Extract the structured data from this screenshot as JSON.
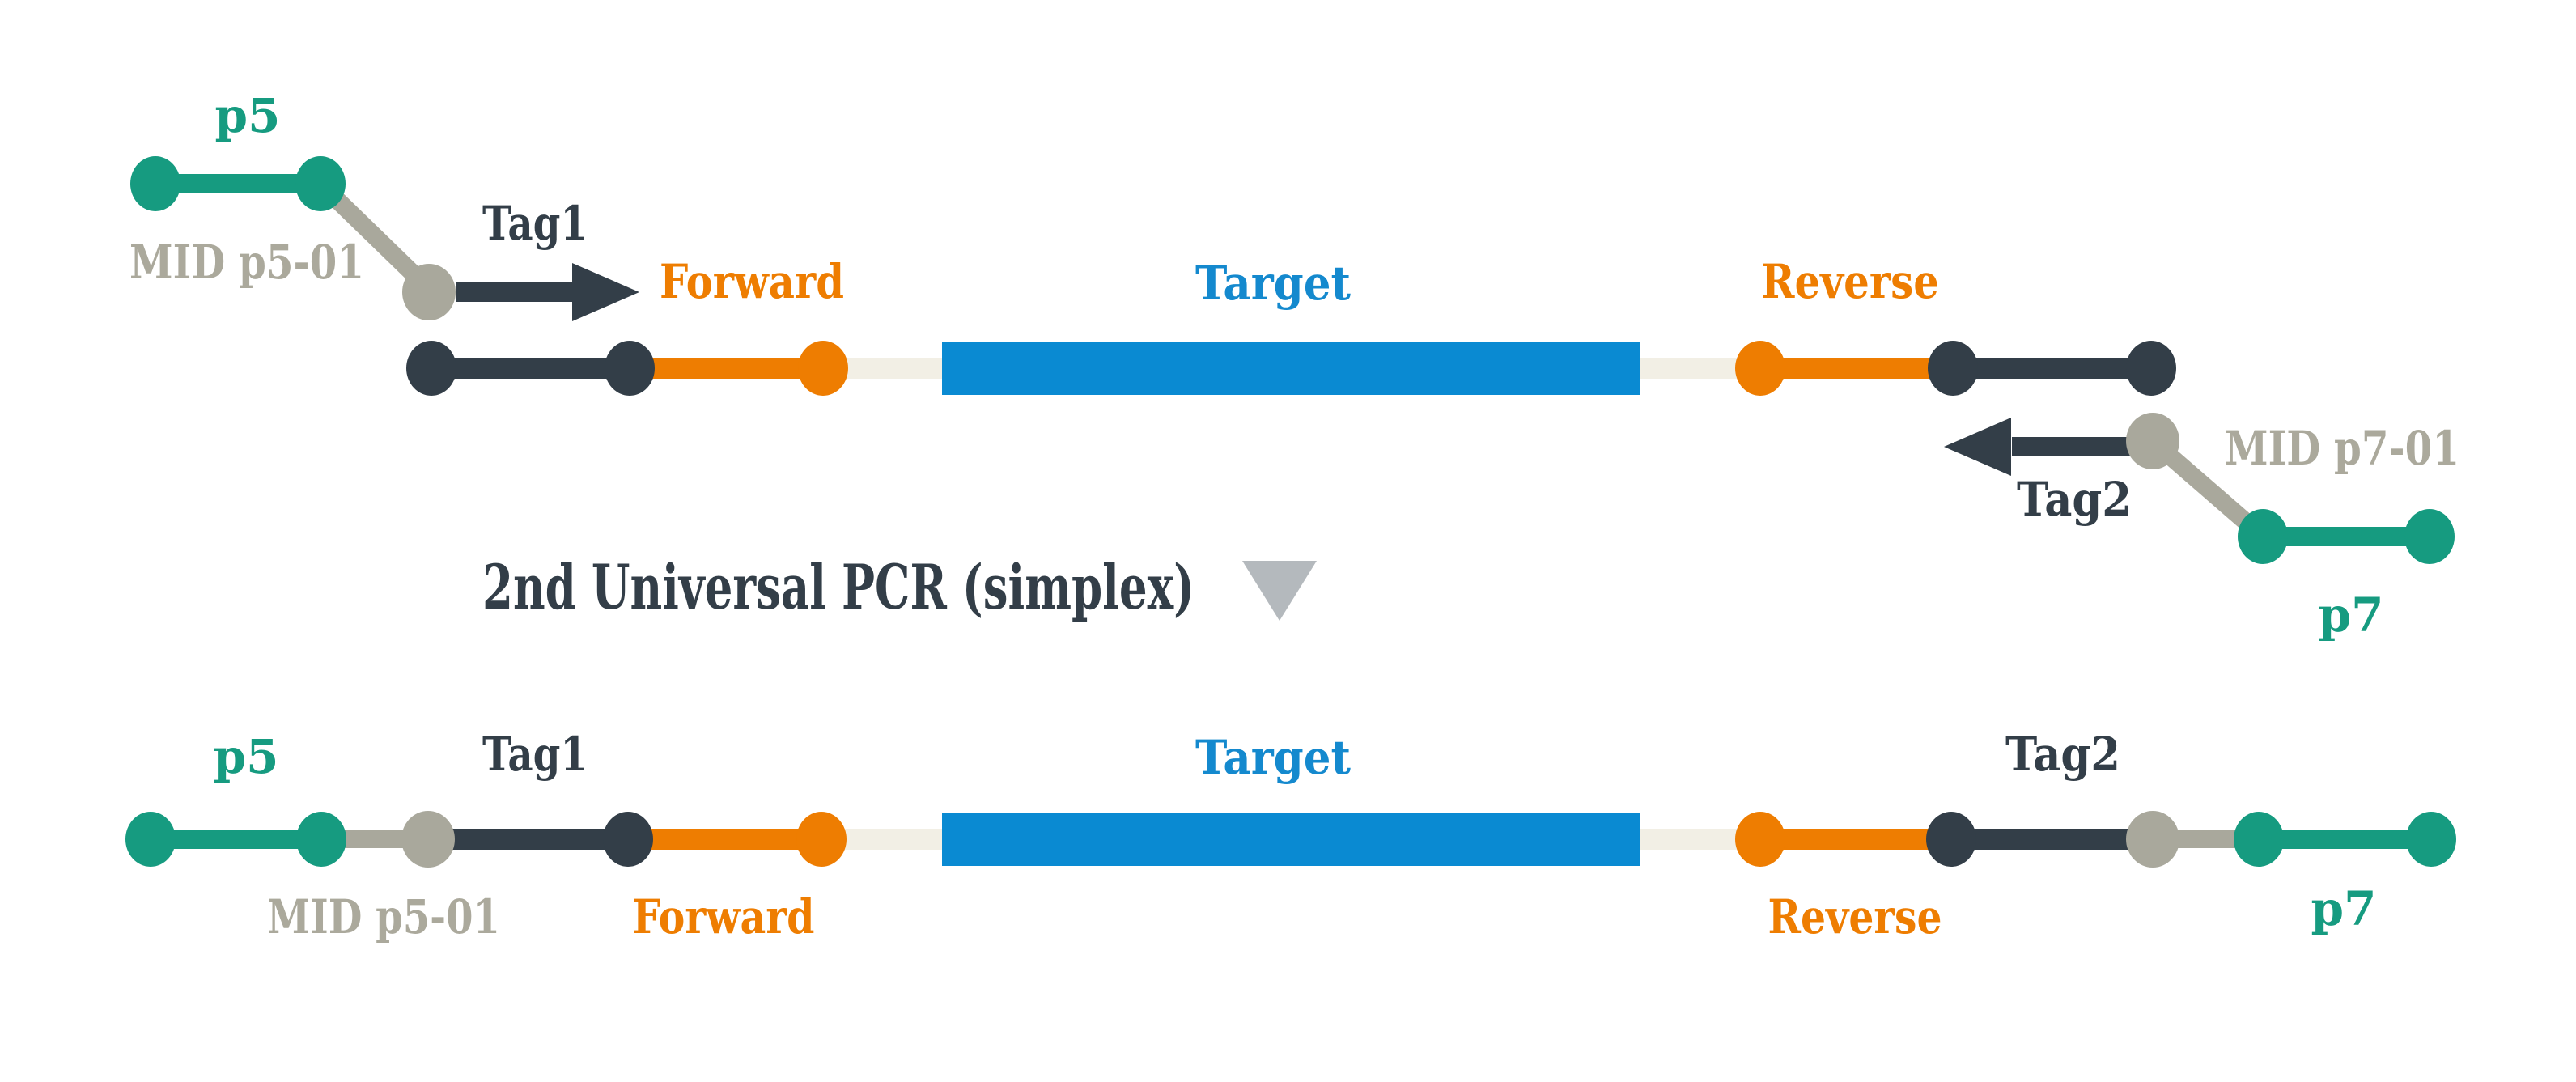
{
  "step_title": "2nd Universal PCR (simplex)",
  "top": {
    "p5": "p5",
    "mid_p5": "MID p5-01",
    "tag1": "Tag1",
    "forward": "Forward",
    "target": "Target",
    "reverse": "Reverse",
    "tag2": "Tag2",
    "mid_p7": "MID p7-01",
    "p7": "p7"
  },
  "bottom": {
    "p5": "p5",
    "tag1": "Tag1",
    "target": "Target",
    "tag2": "Tag2",
    "mid_p5": "MID p5-01",
    "forward": "Forward",
    "reverse": "Reverse",
    "p7": "p7"
  },
  "icons": {
    "down_triangle": "step-direction-down-triangle",
    "forward_primer_arrow": "arrow-right",
    "reverse_primer_arrow": "arrow-left"
  },
  "colors": {
    "teal": "#169b80",
    "orange": "#ee7d01",
    "dark_navy": "#333e48",
    "warm_gray": "#a9a89c",
    "mid_label_gray": "#aba99c",
    "target_bar_blue": "#0a8ad2",
    "target_text_blue": "#1489ce",
    "beige_connector": "#f2efe5",
    "triangle_gray": "#b4b9bd",
    "background": "#ffffff"
  }
}
